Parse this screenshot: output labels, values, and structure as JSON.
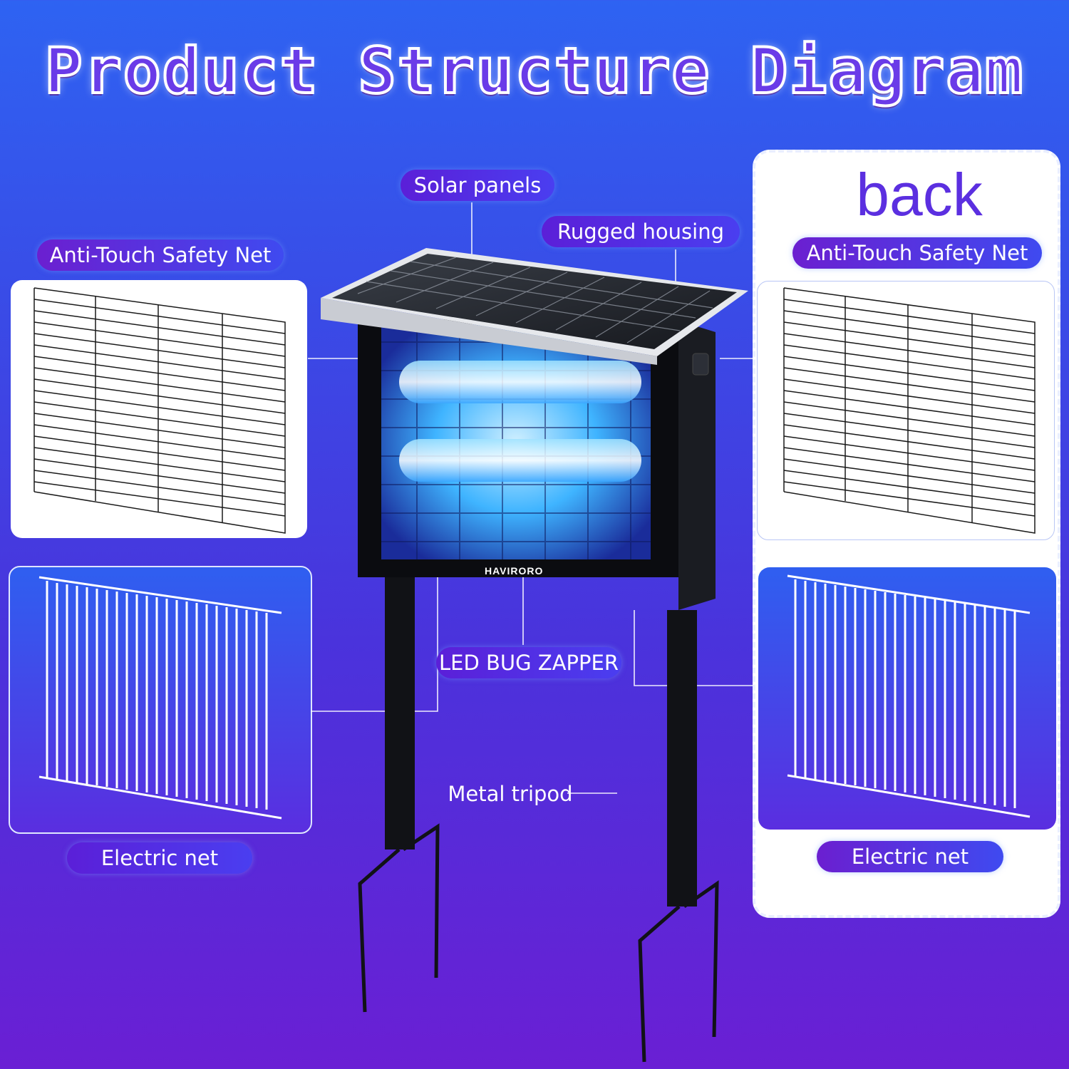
{
  "title": "Product Structure Diagram",
  "back_label": "back",
  "brand": "HAVIRORO",
  "labels": {
    "solar_panels": "Solar panels",
    "rugged_housing": "Rugged housing",
    "anti_touch_left": "Anti-Touch Safety Net",
    "anti_touch_right": "Anti-Touch Safety Net",
    "led_bug_zapper": "LED BUG ZAPPER",
    "metal_tripod": "Metal tripod",
    "electric_net_left": "Electric net",
    "electric_net_right": "Electric net"
  },
  "colors": {
    "title_fill": "#6a3be8",
    "pill": "#5b1fd8",
    "uv_glow": "#3fb4ff"
  }
}
